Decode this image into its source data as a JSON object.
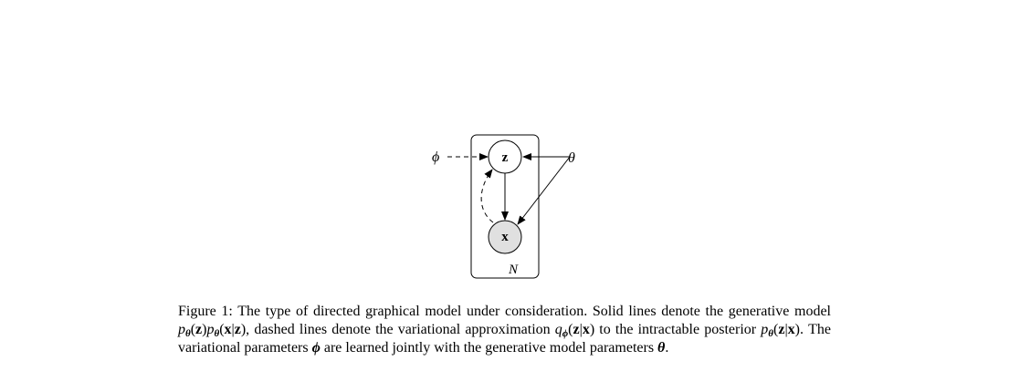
{
  "figure": {
    "nodes": {
      "latent": "z",
      "observed": "x"
    },
    "params": {
      "variational": "ϕ",
      "generative": "θ"
    },
    "plate_label": "N",
    "colors": {
      "observed_fill": "#e0e0e0",
      "latent_fill": "#ffffff",
      "stroke": "#000000"
    }
  },
  "caption": {
    "s1": "Figure 1: The type of directed graphical model under consideration. Solid lines denote the generative model ",
    "p_theta": "p",
    "theta_sub": "θ",
    "z_open": "(",
    "z_b": "z",
    "z_close": ")",
    "p_theta2": "p",
    "theta_sub2": "θ",
    "x_open": "(",
    "x_b": "x",
    "bar1": "|",
    "z_b2": "z",
    "x_close": ")",
    "s2": ", dashed lines denote the variational approximation ",
    "q_phi": "q",
    "phi_sub": "ϕ",
    "q_open": "(",
    "q_z": "z",
    "bar2": "|",
    "q_x": "x",
    "q_close": ")",
    "s3": " to the intractable posterior ",
    "p_theta3": "p",
    "theta_sub3": "θ",
    "post_open": "(",
    "post_z": "z",
    "bar3": "|",
    "post_x": "x",
    "post_close": ")",
    "s4": ". The variational parameters ",
    "phi_bold": "ϕ",
    "s5": " are learned jointly with the generative model parameters ",
    "theta_bold": "θ",
    "s6": "."
  }
}
